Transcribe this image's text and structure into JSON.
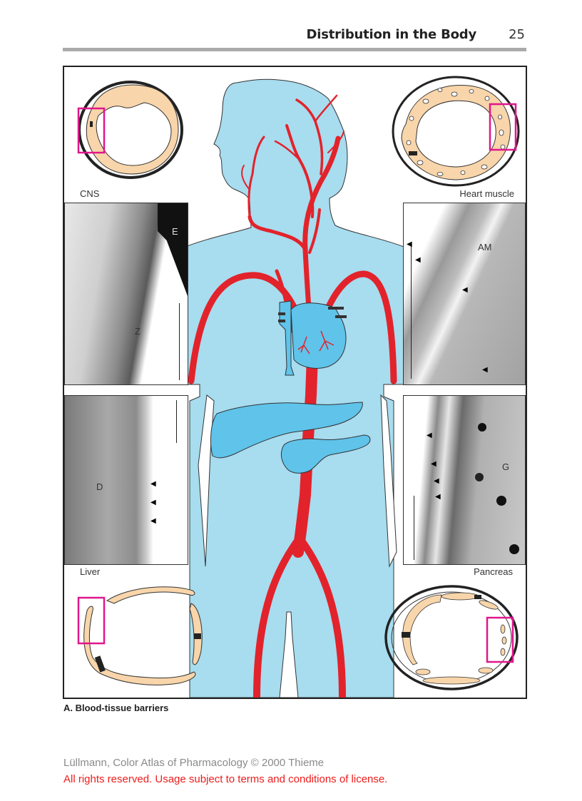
{
  "header": {
    "title": "Distribution in the Body",
    "page_number": "25"
  },
  "figure": {
    "caption": "A. Blood-tissue barriers",
    "body_diagram": {
      "icons": [
        "human-body-silhouette",
        "artery-tree",
        "heart",
        "liver",
        "pancreas"
      ],
      "colors": {
        "body_fill": "#a8dcef",
        "organ_fill": "#5fc3ea",
        "artery": "#e2232b",
        "capillary_wall": "#f8d5aa",
        "highlight_box": "#e0168c",
        "outline": "#222222"
      }
    },
    "panels": [
      {
        "id": "cns",
        "label": "CNS",
        "micrograph_labels": [
          "E",
          "Z"
        ]
      },
      {
        "id": "heart",
        "label": "Heart muscle",
        "micrograph_labels": [
          "AM"
        ]
      },
      {
        "id": "liver",
        "label": "Liver",
        "micrograph_labels": [
          "D"
        ]
      },
      {
        "id": "pancreas",
        "label": "Pancreas",
        "micrograph_labels": [
          "G"
        ]
      }
    ]
  },
  "footer": {
    "credit": "Lüllmann, Color Atlas of Pharmacology © 2000 Thieme",
    "rights": "All rights reserved. Usage subject to terms and conditions of license."
  }
}
